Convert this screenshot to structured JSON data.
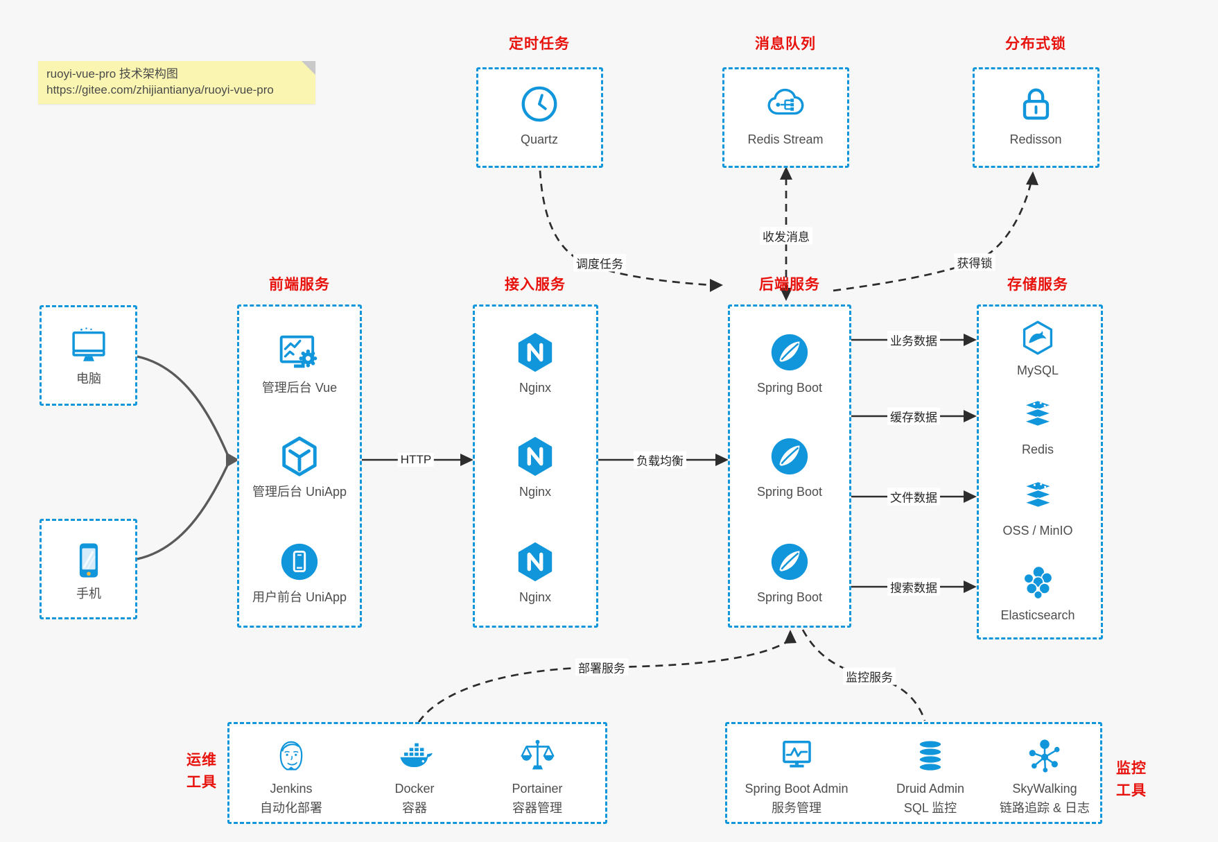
{
  "colors": {
    "blue": "#1296db",
    "red": "#e8120c",
    "label_text": "#4d4d4d",
    "arrow": "#2d2d2d",
    "gray_arrow": "#5a5a5a",
    "page_bg": "#f7f7f8",
    "note_bg": "#faf6b2"
  },
  "note": {
    "line1": "ruoyi-vue-pro 技术架构图",
    "line2": "https://gitee.com/zhijiantianya/ruoyi-vue-pro"
  },
  "top": {
    "scheduled": {
      "title": "定时任务",
      "label": "Quartz"
    },
    "mq": {
      "title": "消息队列",
      "label": "Redis Stream"
    },
    "lock": {
      "title": "分布式锁",
      "label": "Redisson"
    }
  },
  "clients": {
    "pc": "电脑",
    "mobile": "手机"
  },
  "frontend": {
    "title": "前端服务",
    "items": [
      {
        "label": "管理后台 Vue"
      },
      {
        "label": "管理后台 UniApp"
      },
      {
        "label": "用户前台 UniApp"
      }
    ]
  },
  "gateway": {
    "title": "接入服务",
    "items": [
      {
        "label": "Nginx"
      },
      {
        "label": "Nginx"
      },
      {
        "label": "Nginx"
      }
    ]
  },
  "backend": {
    "title": "后端服务",
    "items": [
      {
        "label": "Spring Boot"
      },
      {
        "label": "Spring Boot"
      },
      {
        "label": "Spring Boot"
      }
    ]
  },
  "storage": {
    "title": "存储服务",
    "items": [
      {
        "label": "MySQL"
      },
      {
        "label": "Redis"
      },
      {
        "label": "OSS / MinIO"
      },
      {
        "label": "Elasticsearch"
      }
    ]
  },
  "ops": {
    "title_line1": "运维",
    "title_line2": "工具",
    "items": [
      {
        "label": "Jenkins",
        "sublabel": "自动化部署"
      },
      {
        "label": "Docker",
        "sublabel": "容器"
      },
      {
        "label": "Portainer",
        "sublabel": "容器管理"
      }
    ]
  },
  "monitoring": {
    "title_line1": "监控",
    "title_line2": "工具",
    "items": [
      {
        "label": "Spring Boot Admin",
        "sublabel": "服务管理"
      },
      {
        "label": "Druid Admin",
        "sublabel": "SQL 监控"
      },
      {
        "label": "SkyWalking",
        "sublabel": "链路追踪 & 日志"
      }
    ]
  },
  "edges": {
    "http": "HTTP",
    "load_balance": "负载均衡",
    "biz_data": "业务数据",
    "cache_data": "缓存数据",
    "file_data": "文件数据",
    "search_data": "搜索数据",
    "schedule_task": "调度任务",
    "send_receive_msg": "收发消息",
    "acquire_lock": "获得锁",
    "deploy_service": "部署服务",
    "monitor_service": "监控服务"
  }
}
